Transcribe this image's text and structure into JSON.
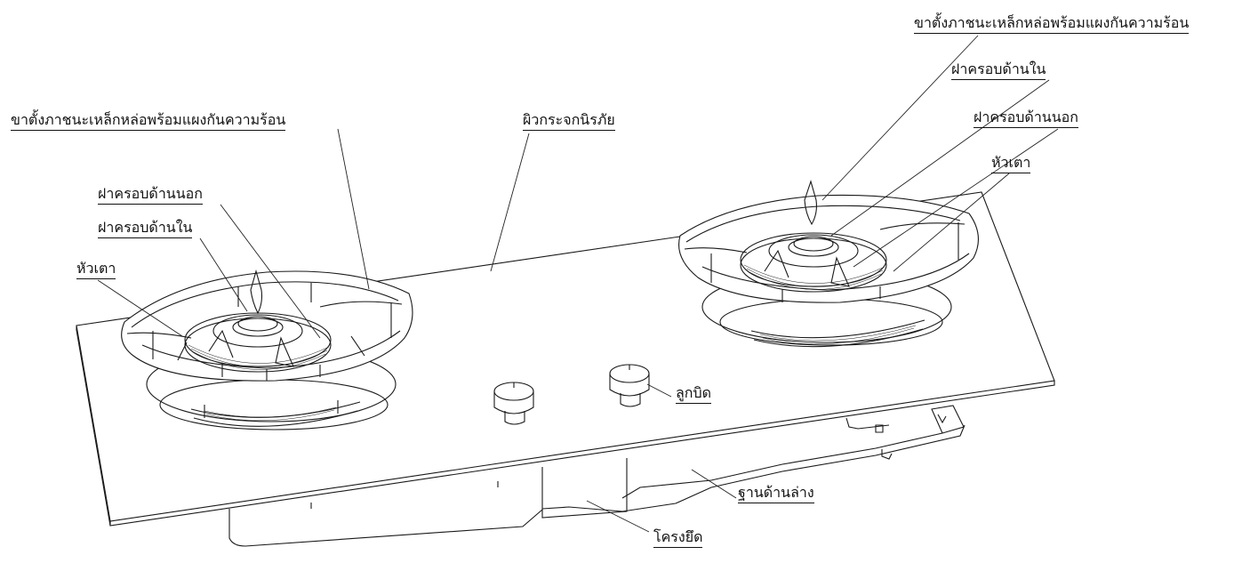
{
  "labels": {
    "pan_support_right": "ขาตั้งภาชนะเหล็กหล่อพร้อมแผงกันความร้อน",
    "inner_cap_right": "ฝาครอบด้านใน",
    "outer_cap_right": "ฝาครอบด้านนอก",
    "burner_right": "หัวเตา",
    "pan_support_left": "ขาตั้งภาชนะเหล็กหล่อพร้อมแผงกันความร้อน",
    "glass_surface": "ผิวกระจกนิรภัย",
    "outer_cap_left": "ฝาครอบด้านนอก",
    "inner_cap_left": "ฝาครอบด้านใน",
    "burner_left": "หัวเตา",
    "knob": "ลูกบิด",
    "bottom_tray": "ฐานด้านล่าง",
    "frame": "โครงยึด"
  }
}
